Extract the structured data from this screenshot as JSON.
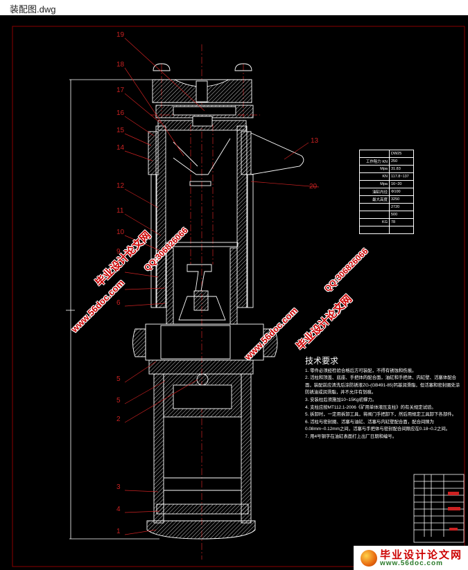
{
  "window": {
    "title": "装配图.dwg"
  },
  "colors": {
    "frame": "#8b0000",
    "part_label": "#cc2222",
    "lines": "#ffffff",
    "centerline": "#cc2222"
  },
  "part_labels_left": [
    "19",
    "18",
    "17",
    "16",
    "15",
    "14",
    "12",
    "11",
    "10",
    "9",
    "8",
    "7",
    "6",
    "5",
    "5",
    "2",
    "3",
    "4",
    "1"
  ],
  "part_labels_right": [
    "13",
    "20"
  ],
  "spec_table": [
    {
      "k": "",
      "v": "DW25"
    },
    {
      "k": "工作阻力 KN",
      "v": "250"
    },
    {
      "k": "Mpa",
      "v": "31.83"
    },
    {
      "k": "KN",
      "v": "117.8~137"
    },
    {
      "k": "Mpa",
      "v": "16~20"
    },
    {
      "k": "油缸内径",
      "v": "Φ100"
    },
    {
      "k": "最大高度",
      "v": "3250"
    },
    {
      "k": "",
      "v": "2720"
    },
    {
      "k": "",
      "v": "500"
    },
    {
      "k": "KG",
      "v": "78"
    },
    {
      "k": "",
      "v": ""
    }
  ],
  "tech_requirements": {
    "title": "技术要求",
    "items": [
      "1. 零件必须经检验合格后方可装配，不得有锈蚀和伤痕。",
      "2. 活柱和顶盖、底座、手把体的配合面，油缸和手把体、内缸壁、活塞体配合面，装配前应清洗后涂防锈液ZG-(GB491-85)钙基润滑脂，但活塞和密封圈处涂防锈油或润滑脂，并不允许有划痕。",
      "3. 安装柱后须施加10~15Kg初撑力。",
      "4. 支柱应按MT112.1-2006《矿用单体液压支柱》的有关规定试验。",
      "5. 拆卸时，一定用拆卸工具，将阀门手把卸下，然后用规定工具卸下各部件。",
      "6. 活柱与密封圈、活塞与油缸、活塞与内缸壁配合面，配合间隙为0.08mm~0.12mm之间，活塞与手把体与密封配合间隙应在0.18~0.2之间。",
      "7. 用4号钢字在油缸表面打上出厂日期和编号。"
    ]
  },
  "watermarks": {
    "site_cn": "毕业设计论文网",
    "url": "www.56doc.com",
    "qq": "QQ:306826066"
  },
  "logo": {
    "cn": "毕业设计论文网",
    "url": "www.56doc.com"
  }
}
